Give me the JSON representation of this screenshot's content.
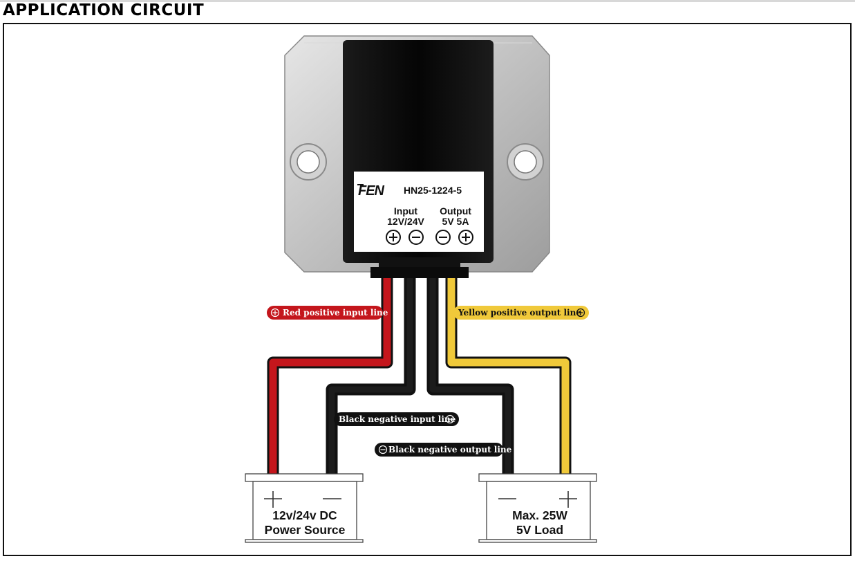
{
  "heading": "APPLICATION CIRCUIT",
  "module": {
    "brand": "FEN",
    "model": "HN25-1224-5",
    "input_label": "Input",
    "input_spec": "12V/24V",
    "output_label": "Output",
    "output_spec": "5V 5A",
    "terminal_signs": [
      "⊕",
      "⊖",
      "⊖",
      "⊕"
    ]
  },
  "wires": {
    "red_label": "Red positive input line",
    "yellow_label": "Yellow positive output line",
    "black_in_label": "Black negative input line",
    "black_out_label": "Black negative output line"
  },
  "source": {
    "line1": "12v/24v DC",
    "line2": "Power Source"
  },
  "load": {
    "line1": "Max. 25W",
    "line2": "5V Load"
  },
  "colors": {
    "red": "#c4161c",
    "yellow": "#f0c93a",
    "black": "#111111",
    "housing": "#c9c9c9"
  }
}
